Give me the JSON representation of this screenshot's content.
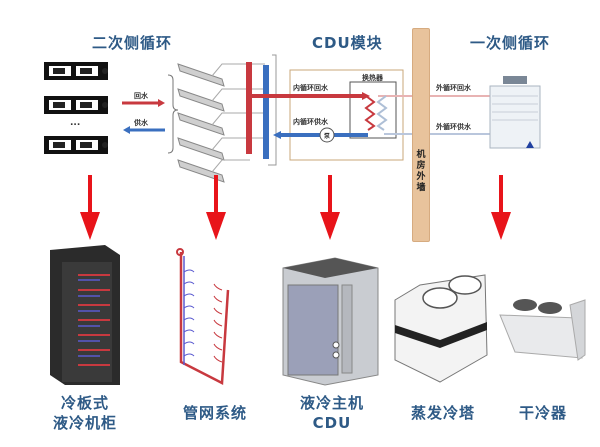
{
  "sections": {
    "secondary_loop": "二次侧循环",
    "cdu_module": "CDU模块",
    "primary_loop": "一次侧循环"
  },
  "flow_labels": {
    "return_water": "回水",
    "supply_water": "供水",
    "inner_return": "内循环回水",
    "inner_supply": "内循环供水",
    "heat_exchanger": "换热器",
    "pump": "泵",
    "outer_return": "外循环回水",
    "outer_supply": "外循环供水",
    "ellipsis": "..."
  },
  "wall_label": "机房外墙",
  "wall_chars": [
    "机",
    "房",
    "外",
    "墙"
  ],
  "components": [
    {
      "name": "cold-plate-cabinet",
      "line1": "冷板式",
      "line2": "液冷机柜"
    },
    {
      "name": "pipe-network",
      "line1": "管网系统",
      "line2": ""
    },
    {
      "name": "cdu-unit",
      "line1": "液冷主机",
      "line2": "CDU"
    },
    {
      "name": "evaporative-tower",
      "line1": "蒸发冷塔",
      "line2": ""
    },
    {
      "name": "dry-cooler",
      "line1": "干冷器",
      "line2": ""
    }
  ],
  "colors": {
    "hot": "#c8393f",
    "cold": "#3a6fbf",
    "arrow": "#e8141a",
    "title": "#2e5a86",
    "wall": "#e8c39c"
  }
}
